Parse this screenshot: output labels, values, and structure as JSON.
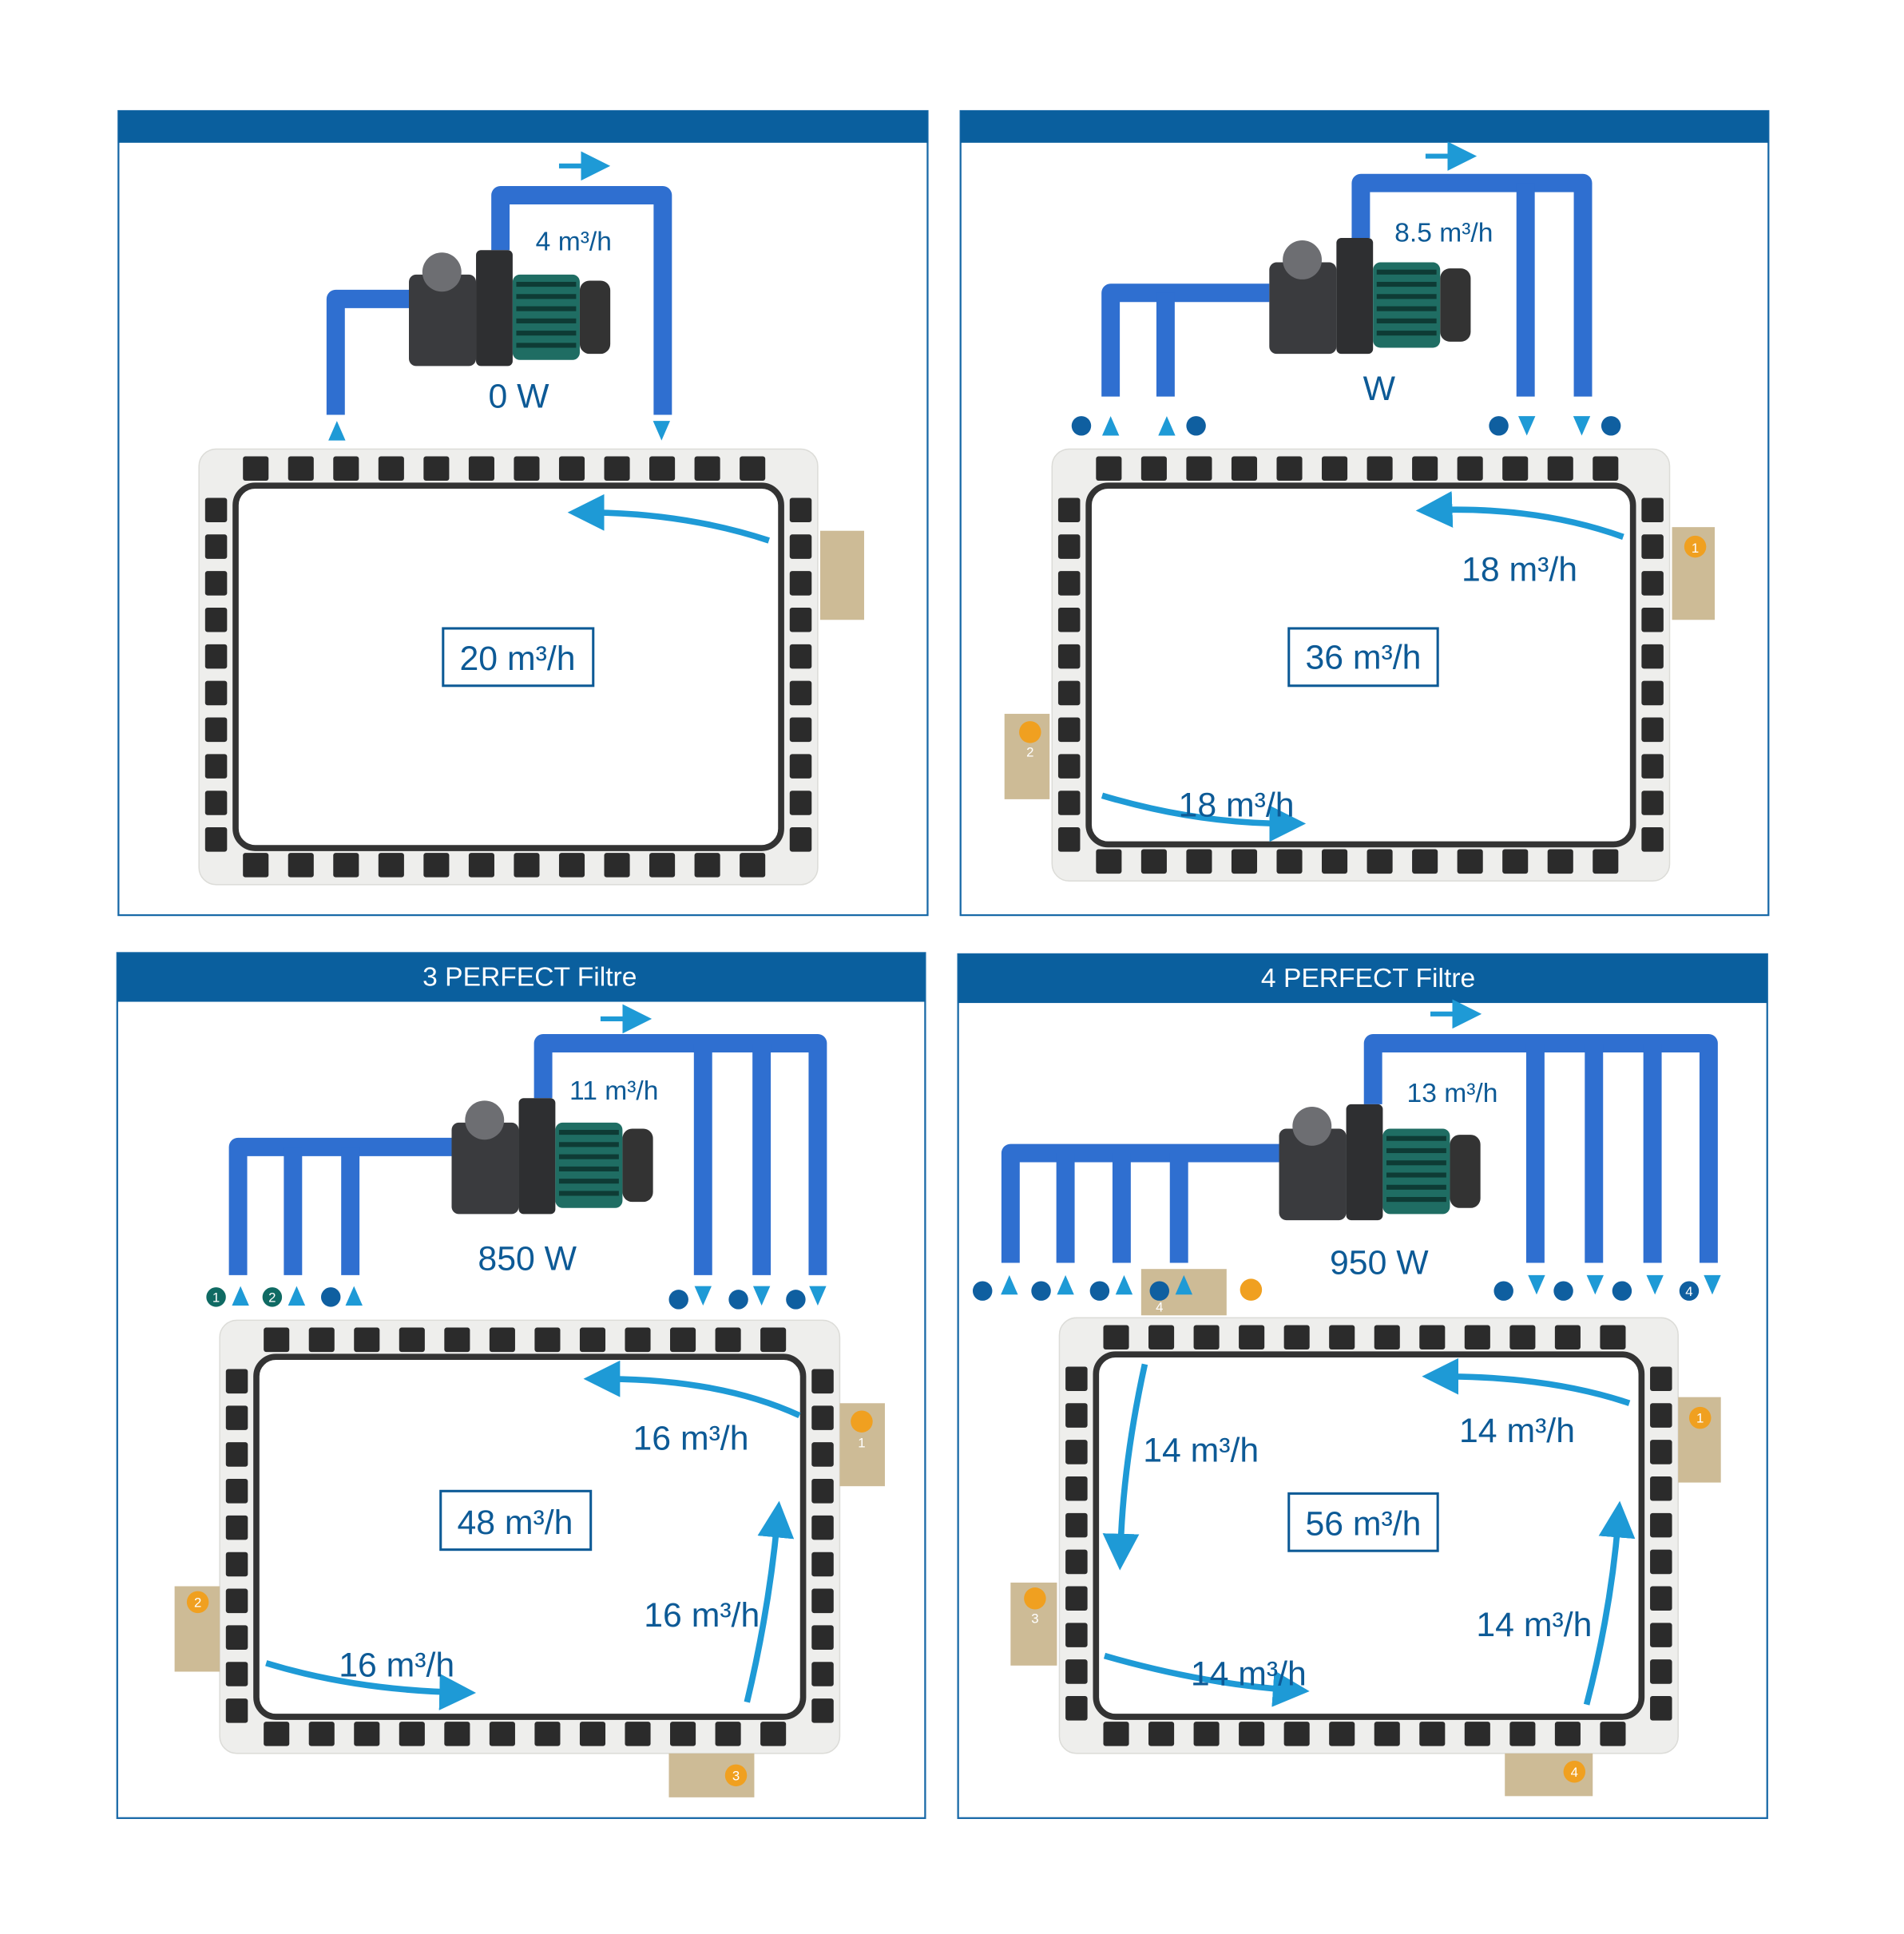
{
  "colors": {
    "header": "#0a5f9e",
    "border": "#1a6aa8",
    "pipe": "#2f6fd0",
    "fitting": "#7d7f85",
    "flow": "#1e9ad6",
    "marker": "#0f5fa0",
    "skimmer_badge": "#f0a020"
  },
  "panels": [
    {
      "title": "",
      "pipe_flow": "4 m³/h",
      "power": "0 W",
      "total": "20 m³/h",
      "flows": [],
      "skimmers": []
    },
    {
      "title": "",
      "pipe_flow": "8.5 m³/h",
      "power": "W",
      "total": "36 m³/h",
      "flows": [
        "18 m³/h",
        "18 m³/h"
      ],
      "skimmers": [
        "1",
        "2"
      ]
    },
    {
      "title": "3 PERFECT Filtre",
      "pipe_flow": "11 m³/h",
      "power": "850 W",
      "total": "48 m³/h",
      "flows": [
        "16 m³/h",
        "16 m³/h",
        "16 m³/h"
      ],
      "skimmers": [
        "1",
        "2",
        "3"
      ],
      "marker_labels": [
        "1",
        "2"
      ]
    },
    {
      "title": "4 PERFECT Filtre",
      "pipe_flow": "13 m³/h",
      "power": "950 W",
      "total": "56 m³/h",
      "flows": [
        "14 m³/h",
        "14 m³/h",
        "14 m³/h",
        "14 m³/h"
      ],
      "skimmers": [
        "1",
        "3",
        "4",
        "4"
      ],
      "marker_labels": [
        "4"
      ]
    }
  ]
}
